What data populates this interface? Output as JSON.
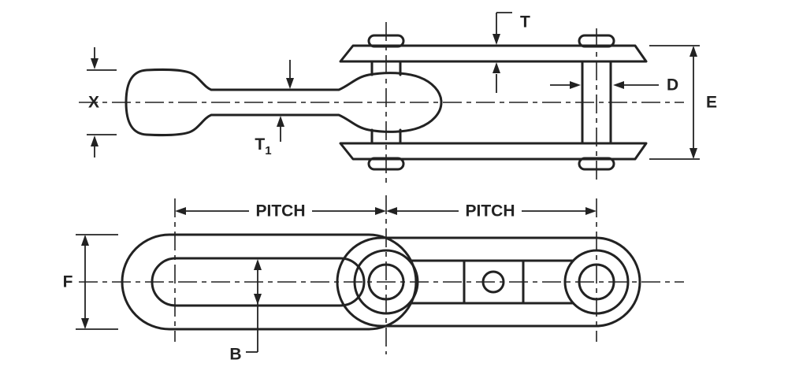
{
  "drawing": {
    "colors": {
      "line": "#222222",
      "background": "#ffffff"
    },
    "labels": {
      "x": "X",
      "t": "T",
      "t1_base": "T",
      "t1_sub": "1",
      "d": "D",
      "e": "E",
      "f": "F",
      "b": "B",
      "pitch_left": "PITCH",
      "pitch_right": "PITCH"
    }
  }
}
